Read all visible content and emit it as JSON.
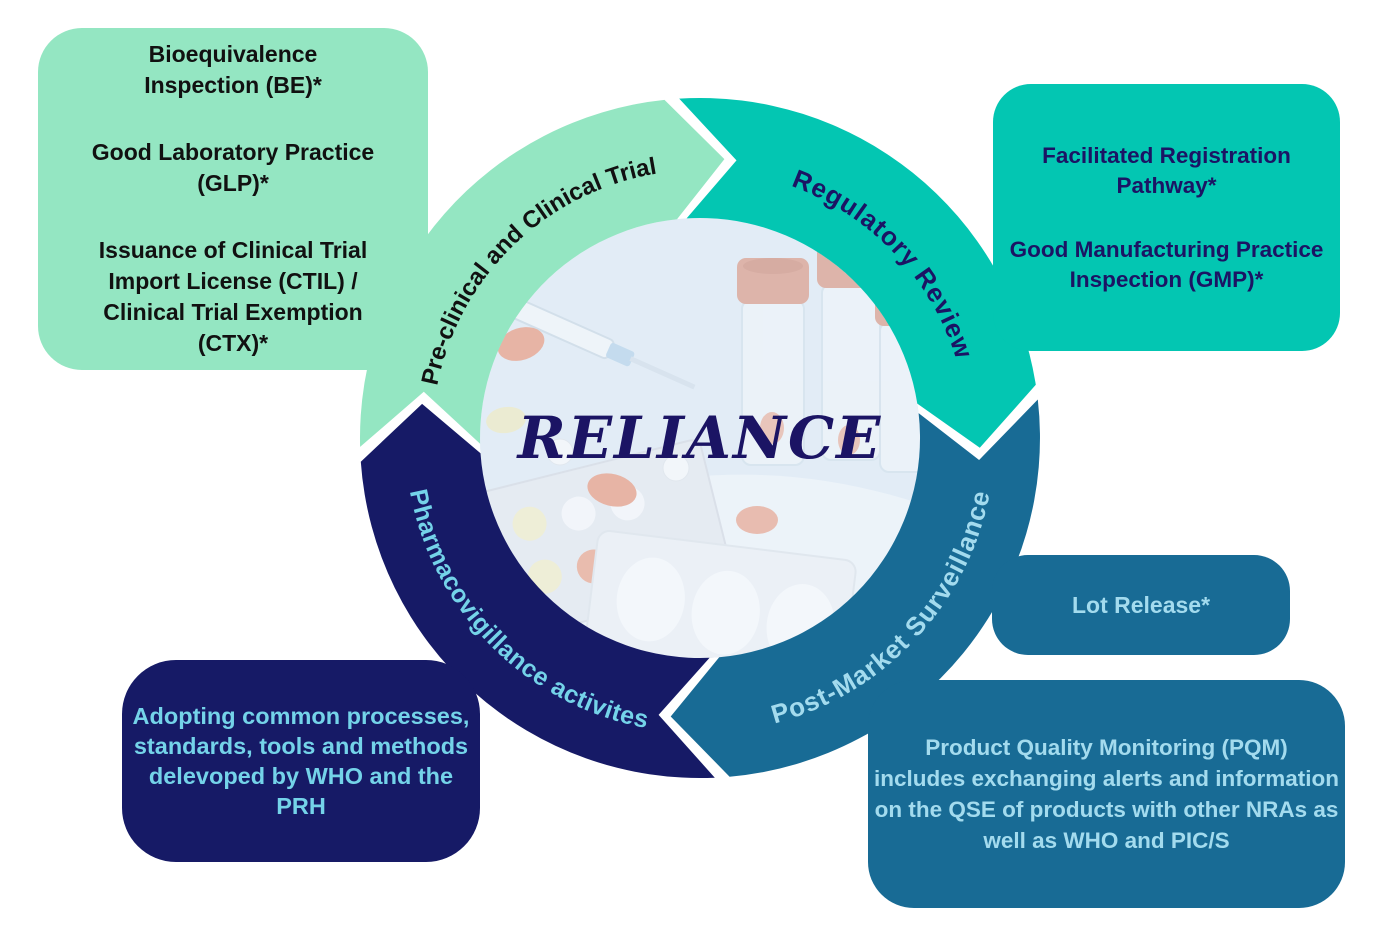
{
  "colors": {
    "mint": "#94E6C2",
    "teal": "#03C6B2",
    "blue": "#186B95",
    "navy": "#161A66",
    "black_text": "#111111",
    "navy_text": "#1B1464",
    "lightblue_text": "#A3DBEE",
    "cyan_text": "#74D3E9",
    "photo_bg": "#D7E6F3",
    "pill_orange": "#E07A58",
    "pill_yellow": "#E9E4AD",
    "vial_cap": "#CD7A62",
    "background": "#FFFFFF"
  },
  "ring": {
    "center_label": "RELIANCE",
    "segments": [
      {
        "id": "preclinical",
        "label": "Pre-clinical and Clinical Trial",
        "color": "mint",
        "text_color": "black_text"
      },
      {
        "id": "regulatory-review",
        "label": "Regulatory Review",
        "color": "teal",
        "text_color": "navy_text"
      },
      {
        "id": "post-market",
        "label": "Post-Market Surveillance",
        "color": "blue",
        "text_color": "lightblue_text"
      },
      {
        "id": "pharmacovigilance",
        "label": "Pharmacovigillance activites",
        "color": "navy",
        "text_color": "cyan_text"
      }
    ]
  },
  "callouts": {
    "preclinical": {
      "items": [
        {
          "lines": [
            "Bioequivalence",
            "Inspection (BE)*"
          ]
        },
        {
          "lines": [
            "Good Laboratory Practice",
            "(GLP)*"
          ]
        },
        {
          "lines": [
            "Issuance of Clinical Trial",
            "Import License (CTIL) /",
            "Clinical Trial Exemption",
            "(CTX)*"
          ]
        }
      ]
    },
    "regulatory": {
      "items": [
        {
          "lines": [
            "Facilitated Registration",
            "Pathway*"
          ]
        },
        {
          "lines": [
            "Good Manufacturing Practice",
            "Inspection (GMP)*"
          ]
        }
      ]
    },
    "lot_release": {
      "label": "Lot Release*"
    },
    "pqm": {
      "lines": [
        "Product Quality Monitoring  (PQM)",
        "includes exchanging alerts and information",
        "on the QSE of products with other NRAs as",
        "well as WHO and PIC/S"
      ]
    },
    "pharmacovigilance": {
      "lines": [
        "Adopting common processes,",
        "standards, tools and methods",
        "delevoped by WHO and the PRH"
      ]
    }
  }
}
